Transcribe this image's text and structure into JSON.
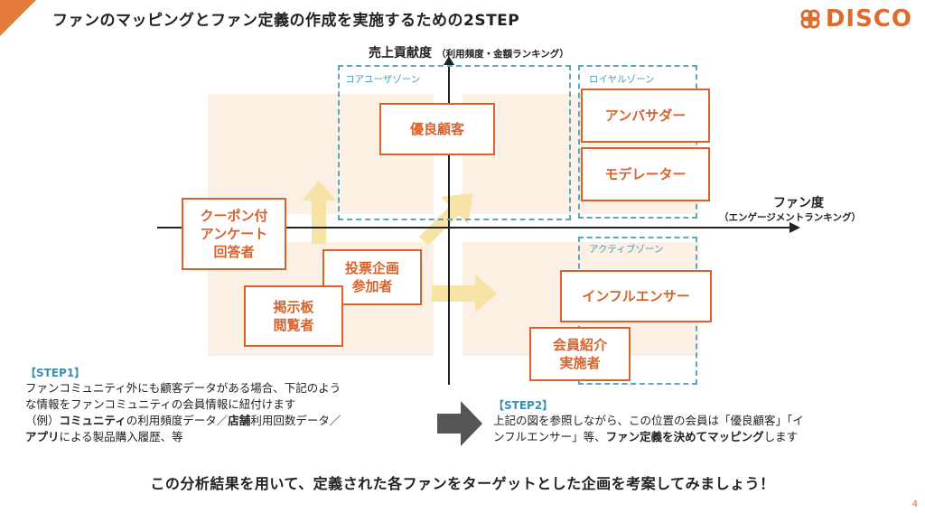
{
  "header": {
    "title": "ファンのマッピングとファン定義の作成を実施するための2STEP",
    "logo_text": "DISCO"
  },
  "diagram": {
    "y_axis": {
      "title": "売上貢献度",
      "subtitle": "（利用頻度・金額ランキング）"
    },
    "x_axis": {
      "title": "ファン度",
      "subtitle": "（エンゲージメントランキング）"
    },
    "zones": {
      "core": "コアユーザゾーン",
      "loyal": "ロイヤルゾーン",
      "active": "アクティブゾーン"
    },
    "boxes": {
      "yuryo": "優良顧客",
      "ambassador": "アンバサダー",
      "moderator": "モデレーター",
      "coupon": [
        "クーポン付",
        "アンケート",
        "回答者"
      ],
      "vote": [
        "投票企画",
        "参加者"
      ],
      "board": [
        "掲示板",
        "閲覧者"
      ],
      "influencer": "インフルエンサー",
      "referral": [
        "会員紹介",
        "実施者"
      ]
    },
    "colors": {
      "accent": "#d9622b",
      "zone_border": "#5aa7c0",
      "quadrant_bg": "#fcefe3",
      "arrow": "#f7e3a6"
    }
  },
  "step1": {
    "title": "【STEP1】",
    "line1": "ファンコミュニティ外にも顧客データがある場合、下記のよう",
    "line2": "な情報をファンコミュニティの会員情報に紐付けます",
    "line3_a": "（例）",
    "line3_b": "コミュニティ",
    "line3_c": "の利用頻度データ／",
    "line3_d": "店舗",
    "line3_e": "利用回数データ／",
    "line4_a": "アプリ",
    "line4_b": "による製品購入履歴、等"
  },
  "step2": {
    "title": "【STEP2】",
    "line1": "上記の図を参照しながら、この位置の会員は「優良顧客」「イ",
    "line2_a": "ンフルエンサー」等、",
    "line2_b": "ファン定義を決めてマッピング",
    "line2_c": "します"
  },
  "footer": {
    "message": "この分析結果を用いて、定義された各ファンをターゲットとした企画を考案してみましょう！",
    "page_number": "4"
  }
}
